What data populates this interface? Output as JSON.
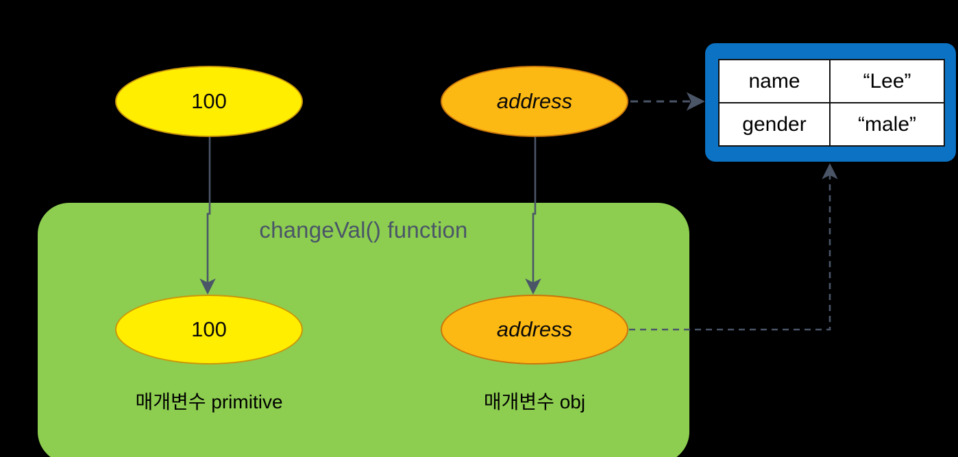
{
  "diagram": {
    "title": "JavaScript pass-by-value vs pass-by-reference diagram",
    "background_color": "#000000",
    "scope": {
      "label": "changeVal() function",
      "fill_color": "#8DCE50",
      "label_color": "#4A5568"
    },
    "caller_nodes": [
      {
        "id": "outer-primitive",
        "label": "100",
        "kind": "primitive",
        "fill_color": "#FFEE00",
        "stroke_color": "#C9960B",
        "italic": false
      },
      {
        "id": "outer-reference",
        "label": "address",
        "kind": "reference",
        "fill_color": "#FCB813",
        "stroke_color": "#C9750B",
        "italic": true
      }
    ],
    "param_nodes": [
      {
        "id": "param-primitive",
        "label": "100",
        "kind": "primitive",
        "caption": "매개변수 primitive",
        "fill_color": "#FFEE00",
        "stroke_color": "#C9960B",
        "italic": false
      },
      {
        "id": "param-reference",
        "label": "address",
        "kind": "reference",
        "caption": "매개변수 obj",
        "fill_color": "#FCB813",
        "stroke_color": "#C9750B",
        "italic": true
      }
    ],
    "heap_object": {
      "fill_color": "#0B72C4",
      "rows": [
        {
          "key": "name",
          "value": "“Lee”"
        },
        {
          "key": "gender",
          "value": "“male”"
        }
      ]
    },
    "connectors": {
      "stroke_color": "#4A5568",
      "solid": [
        {
          "from": "outer-primitive",
          "to": "param-primitive",
          "style": "solid",
          "arrow": "end"
        },
        {
          "from": "outer-reference",
          "to": "param-reference",
          "style": "solid",
          "arrow": "end"
        }
      ],
      "dashed": [
        {
          "from": "outer-reference",
          "to": "heap-object",
          "style": "dashed",
          "arrow": "end"
        },
        {
          "from": "param-reference",
          "to": "heap-object",
          "style": "dashed",
          "arrow": "end"
        }
      ]
    }
  }
}
